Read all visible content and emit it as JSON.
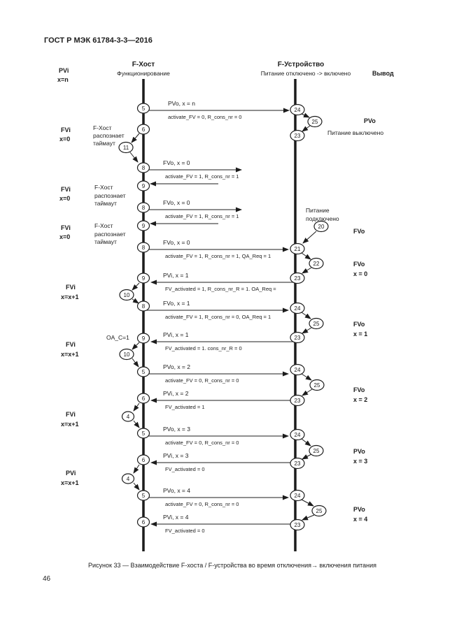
{
  "doc": {
    "header": "ГОСТ Р МЭК 61784-3-3—2016",
    "page_number": "46",
    "caption": "Рисунок 33 — Взаимодействие F-хоста / F-устройства во время отключения→ включения питания"
  },
  "diagram": {
    "host": {
      "title": "F-Хост",
      "subtitle": "Функционирование"
    },
    "device": {
      "title": "F-Устройство",
      "subtitle": "Питание отключено -> включено"
    },
    "output_label": "Вывод",
    "notes": {
      "timeout": [
        "F-Хост",
        "распознает",
        "таймаут"
      ],
      "power_off": "Питание выключено",
      "power_on": [
        "Питание",
        "подключено"
      ],
      "oa_c": "OA_C=1"
    },
    "left_labels": [
      {
        "t": "PVi",
        "v": "x=n"
      },
      {
        "t": "FVi",
        "v": "x=0"
      },
      {
        "t": "FVi",
        "v": "x=0"
      },
      {
        "t": "FVi",
        "v": "x=0"
      },
      {
        "t": "FVi",
        "v": "x=x+1"
      },
      {
        "t": "FVi",
        "v": "x=x+1"
      },
      {
        "t": "FVi",
        "v": "x=x+1"
      },
      {
        "t": "PVi",
        "v": "x=x+1"
      }
    ],
    "right_labels": [
      {
        "t": "PVo",
        "v": ""
      },
      {
        "t": "FVo",
        "v": ""
      },
      {
        "t": "FVo",
        "v": "x = 0"
      },
      {
        "t": "FVo",
        "v": "x = 1"
      },
      {
        "t": "FVo",
        "v": "x = 2"
      },
      {
        "t": "PVo",
        "v": "x = 3"
      },
      {
        "t": "PVo",
        "v": "x = 4"
      }
    ],
    "messages": [
      {
        "label": "PVo, x = n",
        "params": "activate_FV = 0, R_cons_nr = 0",
        "direction": "to_device"
      },
      {
        "label": "FVo, x = 0",
        "params": "activate_FV = 1, R_cons_nr = 1",
        "direction": "to_device_lost"
      },
      {
        "label": "FVo, x = 0",
        "params": "activate_FV = 1, R_cons_nr = 1",
        "direction": "to_device_lost"
      },
      {
        "label": "FVo, x = 0",
        "params": "activate_FV = 1, R_cons_nr = 1, QA_Req = 1",
        "direction": "to_device"
      },
      {
        "label": "PVi, x = 1",
        "params": "FV_activated = 1, R_cons_nr_R = 1. OA_Req =",
        "direction": "to_host"
      },
      {
        "label": "FVo, x = 1",
        "params": "activate_FV = 1, R_cons_nr = 0, OA_Req = 1",
        "direction": "to_device"
      },
      {
        "label": "PVi, x = 1",
        "params": "FV_activated = 1. cons_nr_R = 0",
        "direction": "to_host"
      },
      {
        "label": "PVo, x = 2",
        "params": "activate_FV = 0, R_cons_nr = 0",
        "direction": "to_device"
      },
      {
        "label": "PVi, x = 2",
        "params": "FV_activated = 1",
        "direction": "to_host"
      },
      {
        "label": "PVo, x = 3",
        "params": "activate_FV = 0, R_cons_nr = 0",
        "direction": "to_device"
      },
      {
        "label": "PVi, x = 3",
        "params": "FV_activated = 0",
        "direction": "to_host"
      },
      {
        "label": "PVo, x = 4",
        "params": "activate_FV = 0, R_cons_nr = 0",
        "direction": "to_device"
      },
      {
        "label": "PVi, x = 4",
        "params": "FV_activated = 0",
        "direction": "to_host"
      }
    ],
    "host_states": [
      "5",
      "6",
      "11",
      "8",
      "9",
      "8",
      "9",
      "8",
      "9",
      "10",
      "8",
      "9",
      "10",
      "5",
      "6",
      "4",
      "5",
      "6",
      "4",
      "5",
      "6"
    ],
    "device_states": [
      "24",
      "25",
      "23",
      "20",
      "21",
      "22",
      "23",
      "24",
      "25",
      "23",
      "24",
      "25",
      "23",
      "24",
      "25",
      "23",
      "24",
      "25",
      "23"
    ]
  }
}
